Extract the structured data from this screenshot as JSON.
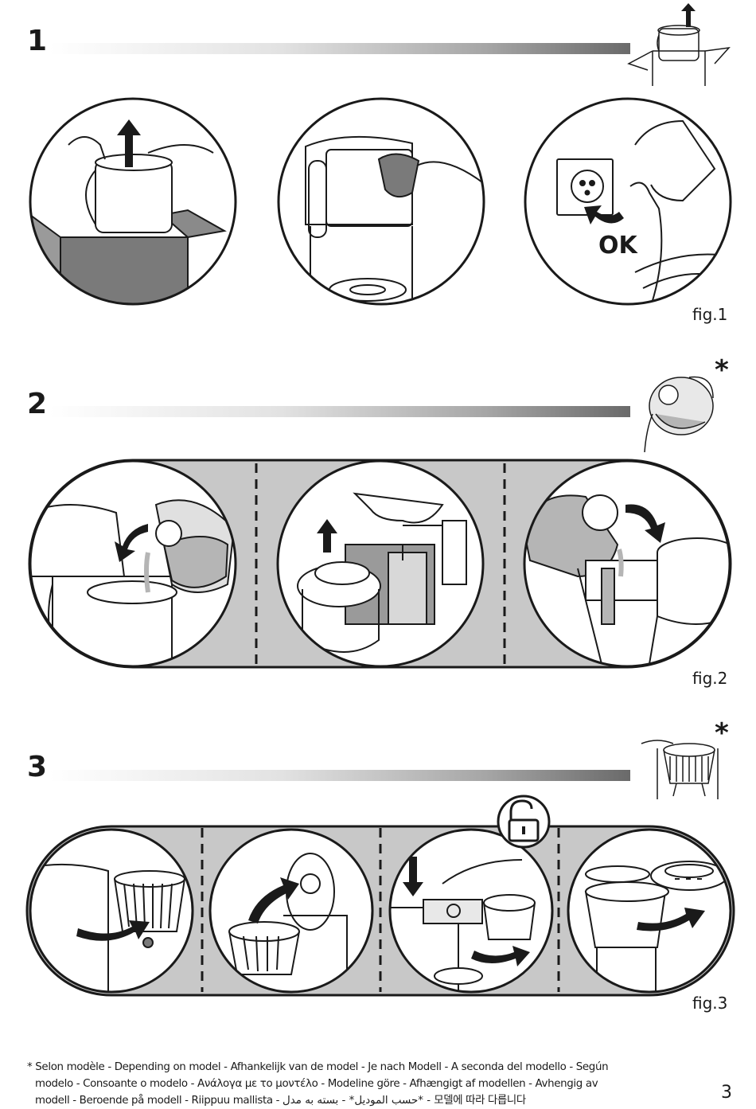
{
  "steps": [
    {
      "number": "1",
      "figure_label": "fig.1",
      "asterisk": ""
    },
    {
      "number": "2",
      "figure_label": "fig.2",
      "asterisk": "*"
    },
    {
      "number": "3",
      "figure_label": "fig.3",
      "asterisk": "*"
    }
  ],
  "fig1": {
    "plug_label": "OK"
  },
  "footnote": {
    "marker": "*",
    "line1": "Selon modèle - Depending on model - Afhankelijk van de model - Je nach Modell - A seconda del modello - Según",
    "line2": "modelo - Consoante o modelo - Ανάλογα με το μοντέλο - Modeline göre - Afhængigt af modellen - Avhengig av",
    "line3": "modell  - Beroende på modell - Riippuu mallista - حسب الموديل* - بسته به مدل* - 모델에 따라 다릅니다"
  },
  "page_number": "3",
  "icons": [
    "arrow-up-icon",
    "curved-arrow-icon",
    "power-socket-icon",
    "unlock-padlock-icon",
    "arrow-down-icon"
  ],
  "colors": {
    "line": "#1a1a1a",
    "panel_gray": "#c8c8c8",
    "box_gray": "#7a7a7a",
    "water_gray": "#b5b5b5"
  }
}
